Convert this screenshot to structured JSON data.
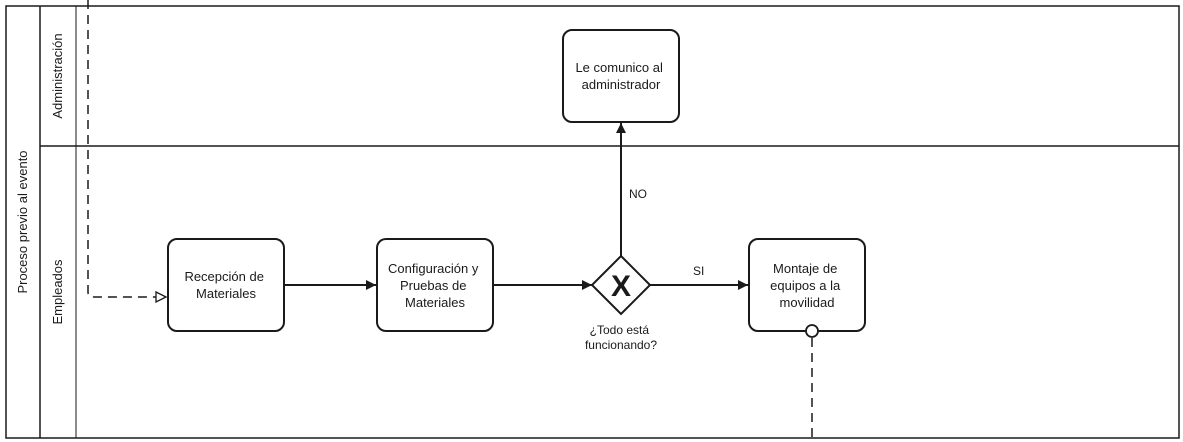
{
  "pool": {
    "label": "Proceso previo al evento"
  },
  "lanes": [
    {
      "label": "Administración"
    },
    {
      "label": "Empleados"
    }
  ],
  "tasks": {
    "comunicar": {
      "lines": [
        "Le comunico al",
        "administrador"
      ]
    },
    "recepcion": {
      "lines": [
        "Recepción de",
        "Materiales"
      ]
    },
    "configuracion": {
      "lines": [
        "Configuración y",
        "Pruebas de",
        "Materiales"
      ]
    },
    "montaje": {
      "lines": [
        "Montaje de",
        "equipos a la",
        "movilidad"
      ]
    }
  },
  "gateway": {
    "symbol": "X",
    "label_lines": [
      "¿Todo está",
      "funcionando?"
    ]
  },
  "edges": {
    "no_label": "NO",
    "si_label": "SI"
  },
  "colors": {
    "stroke": "#1a1a1a",
    "fill": "#ffffff"
  }
}
